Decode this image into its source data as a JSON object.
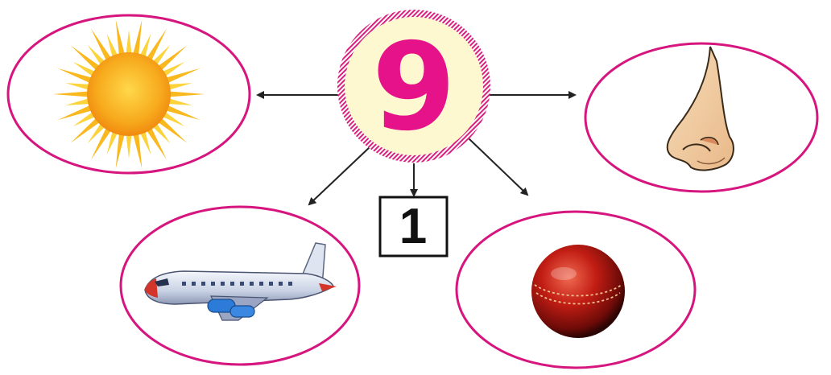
{
  "center": {
    "number": "9",
    "ring_color": "#e0218a",
    "fill_color": "#fdf8cf",
    "number_color": "#e6128a"
  },
  "answer_box": {
    "value": "1"
  },
  "items": [
    {
      "name": "sun",
      "icon": "sun-icon"
    },
    {
      "name": "nose",
      "icon": "nose-icon"
    },
    {
      "name": "aeroplane",
      "icon": "aeroplane-icon"
    },
    {
      "name": "cricket-ball",
      "icon": "cricket-ball-icon"
    }
  ],
  "colors": {
    "oval_border": "#d6157f",
    "arrow": "#222222"
  }
}
